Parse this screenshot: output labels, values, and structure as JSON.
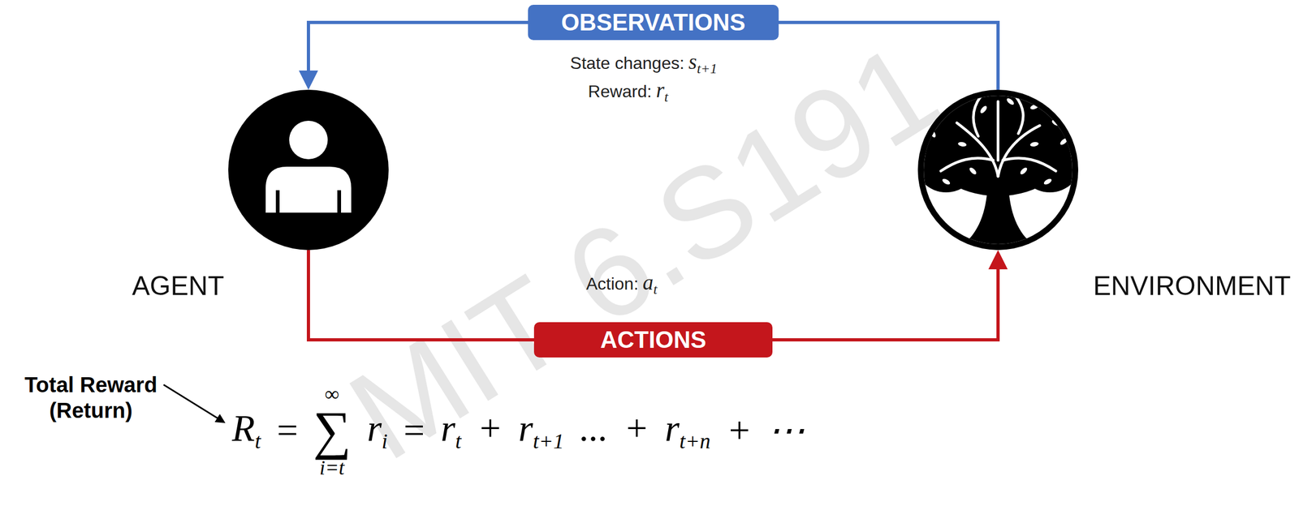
{
  "diagram": {
    "nodes": [
      {
        "text": [
          "AGENT"
        ]
      },
      {
        "text": [
          "ENVIRONMENT"
        ]
      }
    ],
    "edges": [
      {
        "from": 1,
        "to": 0,
        "arrow": "to",
        "label": "OBSERVATIONS"
      },
      {
        "from": 0,
        "to": 1,
        "arrow": "to",
        "label": "ACTIONS"
      }
    ],
    "labels": [
      "State changes:",
      "s",
      "t+1",
      "Reward:",
      "r",
      "t",
      "Action:",
      "a",
      "t",
      "Total Reward (Return)",
      "R",
      "t",
      "=",
      "∞",
      "∑",
      "i=t",
      "r",
      "i",
      "=",
      "r",
      "t",
      "+ r",
      "t+1",
      "... + r",
      "t+n",
      "+ ⋯",
      "MIT 6.S191"
    ]
  }
}
